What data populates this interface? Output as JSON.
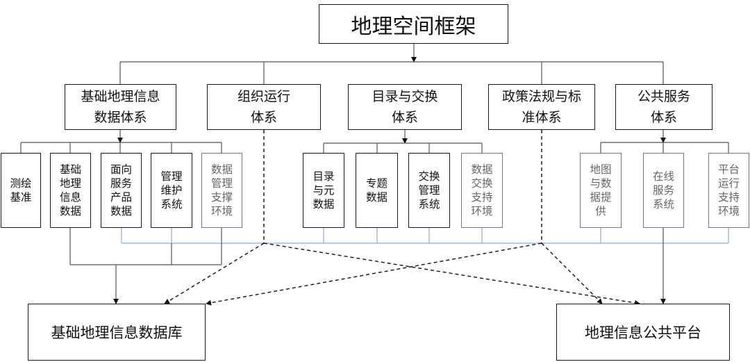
{
  "top": "地理空间框架",
  "level2": [
    "基础地理信息数据体系",
    "组织运行体系",
    "目录与交换体系",
    "政策法规与标准体系",
    "公共服务体系"
  ],
  "leaves": {
    "basic": [
      "测绘基准",
      "基础地理信息数据",
      "面向服务产品数据",
      "管理维护系统",
      "数据管理支撑环境"
    ],
    "exchange": [
      "目录与元数据",
      "专题数据",
      "交换管理系统",
      "数据交换支持环境"
    ],
    "service": [
      "地图与数据提供",
      "在线服务系统",
      "平台运行支持环境"
    ]
  },
  "bottom": [
    "基础地理信息数据库",
    "地理信息公共平台"
  ],
  "colors": {
    "box_border": "#1a1a1a",
    "line": "#555555",
    "blue_line": "#8aaed4",
    "grey_text": "#666666"
  }
}
